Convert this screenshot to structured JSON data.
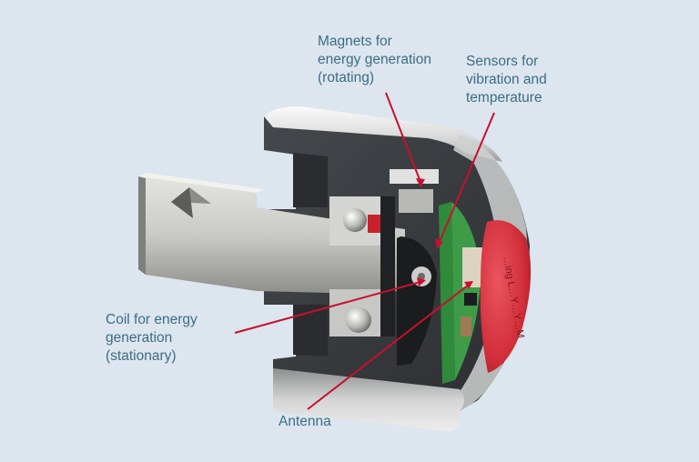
{
  "colors": {
    "background": "#dde5ee",
    "label_text": "#3b6e85",
    "callout_line": "#c8102e",
    "housing_dark": "#3a3d41",
    "housing_light": "#e8e9ea",
    "shaft_metal": "#c9c9c5",
    "pcb_green": "#2f8a3c",
    "cap_red": "#d8343f"
  },
  "callouts": {
    "magnets": "Magnets for\nenergy generation\n(rotating)",
    "sensors": "Sensors for\nvibration and\ntemperature",
    "coil": "Coil for energy\ngeneration\n(stationary)",
    "antenna": "Antenna"
  },
  "cap_marking": "…ing  L…Y…Y…M"
}
